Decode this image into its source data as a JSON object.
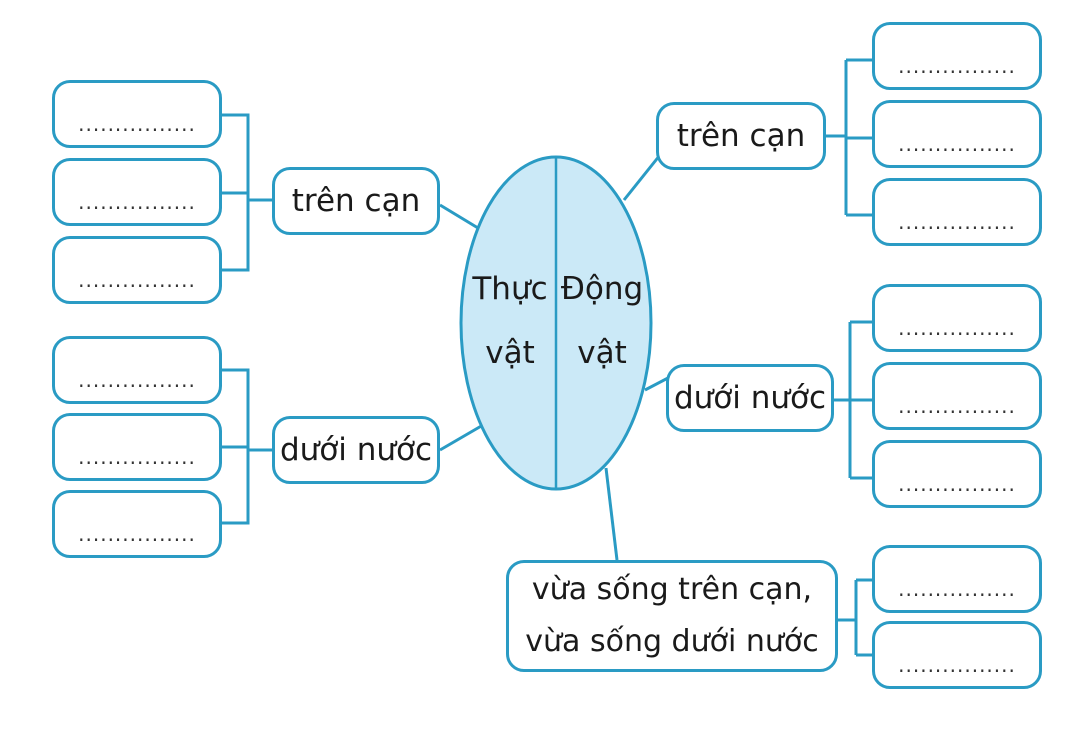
{
  "center": {
    "left_label_line1": "Thực",
    "left_label_line2": "vật",
    "right_label_line1": "Động",
    "right_label_line2": "vật"
  },
  "categories": {
    "plant_land": "trên cạn",
    "plant_water": "dưới nước",
    "animal_land": "trên cạn",
    "animal_water": "dưới nước",
    "animal_both_line1": "vừa sống trên cạn,",
    "animal_both_line2": "vừa sống dưới nước"
  },
  "blank": "................",
  "colors": {
    "border": "#2a9bc4",
    "ellipse_fill": "#cbe9f7",
    "line": "#2a9bc4"
  }
}
